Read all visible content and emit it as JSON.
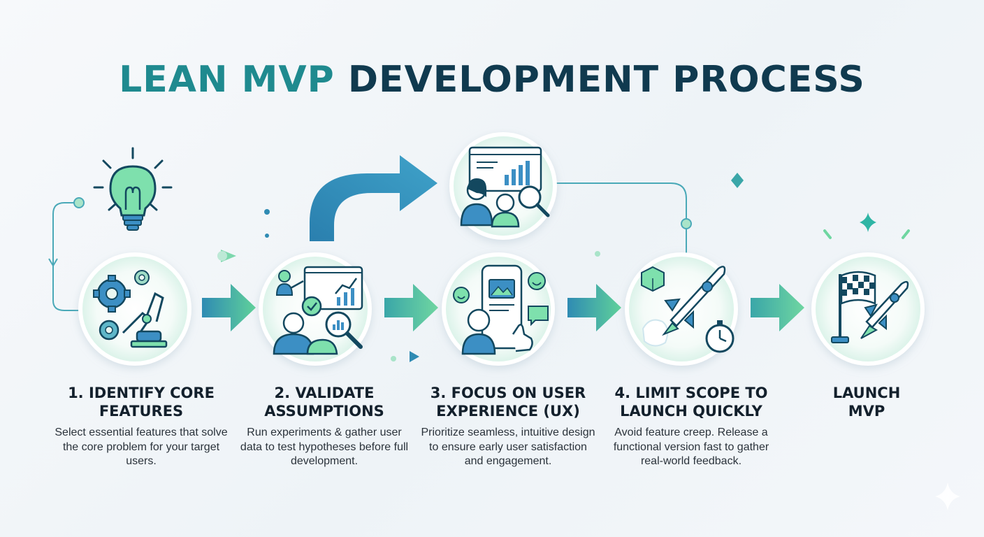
{
  "title": {
    "part1": "LEAN MVP",
    "part2": "DEVELOPMENT PROCESS"
  },
  "steps": [
    {
      "title_line1": "1. IDENTIFY CORE",
      "title_line2": "FEATURES",
      "description": "Select essential features that solve the core problem for your target users.",
      "icon": "gears-and-robot-arm-icon"
    },
    {
      "title_line1": "2. VALIDATE",
      "title_line2": "ASSUMPTIONS",
      "description": "Run experiments & gather user data to test hypotheses before full development.",
      "icon": "analytics-team-icon"
    },
    {
      "title_line1": "3. FOCUS ON USER",
      "title_line2": "EXPERIENCE (UX)",
      "description": "Prioritize seamless, intuitive design to ensure early user satisfaction and engagement.",
      "icon": "mobile-ux-icon"
    },
    {
      "title_line1": "4. LIMIT SCOPE TO",
      "title_line2": "LAUNCH QUICKLY",
      "description": "Avoid feature creep. Release a functional version fast to gather real-world feedback.",
      "icon": "rocket-stopwatch-icon"
    },
    {
      "title_line1": "LAUNCH",
      "title_line2": "MVP",
      "description": "",
      "icon": "checkered-flag-rocket-icon"
    }
  ],
  "colors": {
    "teal": "#1f8a8f",
    "navy": "#103a4f",
    "arrow_blue": "#2f8bb3",
    "arrow_green": "#5fd19a",
    "icon_blue": "#3c8fc4",
    "icon_green": "#6fd6a1"
  }
}
